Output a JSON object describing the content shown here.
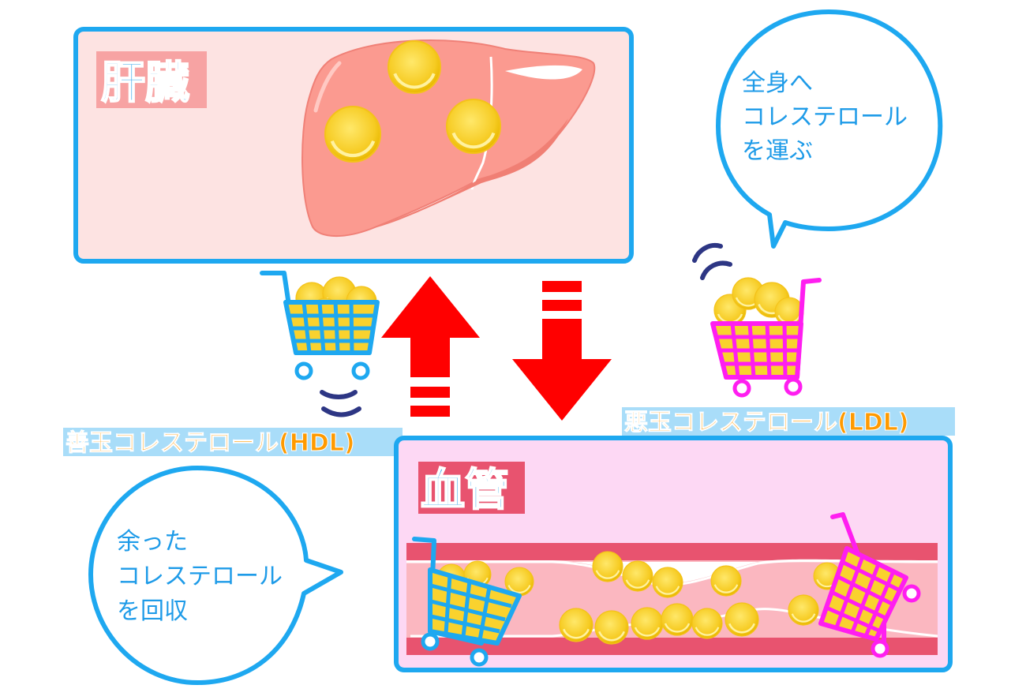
{
  "liver": {
    "title": "肝臓"
  },
  "vessel": {
    "title": "血管"
  },
  "hdl": {
    "label": "善玉コレステロール(HDL)"
  },
  "ldl": {
    "label": "悪玉コレステロール(LDL)"
  },
  "bubble_top": {
    "lines": [
      "全身へ",
      "コレステロール",
      "を運ぶ"
    ]
  },
  "bubble_bottom": {
    "lines": [
      "余った",
      "コレステロール",
      "を回収"
    ]
  },
  "colors": {
    "frame": "#1ea8f0",
    "liver_bg": "#fde3e2",
    "vessel_bg": "#fdd8f4",
    "title_blue": "#1e9be8",
    "title_pink_bg": "#f7a3a3",
    "arrow": "#ff0000",
    "hdl_cart": "#1ea8f0",
    "ldl_cart": "#ff1ef0",
    "cholesterol": "#f9d22e",
    "label_orange": "#ff9a00",
    "label_bg": "#a9ddf9"
  }
}
